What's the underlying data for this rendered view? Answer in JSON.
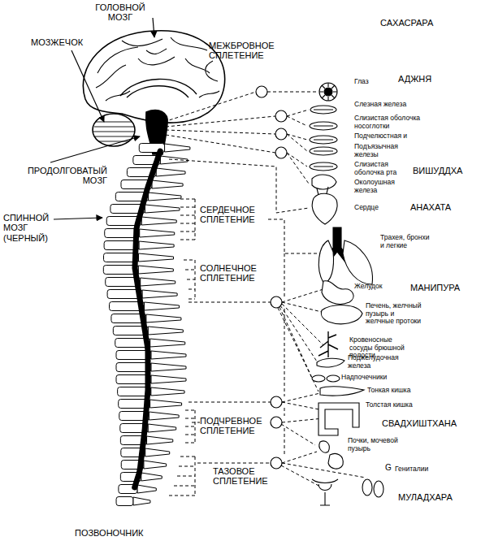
{
  "diagram": {
    "labels": [
      "ГОЛОВНОЙ МОЗГ",
      "МОЗЖЕЧОК",
      "ПРОДОЛГОВАТЫЙ МОЗГ",
      "СПИННОЙ МОЗГ (ЧЕРНЫЙ)",
      "МЕЖБРОВНОЕ СПЛЕТЕНИЕ",
      "САХАСРАРА",
      "АДЖНЯ",
      "Глаз",
      "Слезная железа",
      "Слизистая оболочка носоглотки",
      "Подчелюстная и",
      "Подъязычная железы",
      "Слизистая оболочка рта",
      "ВИШУДДХА",
      "Околоушная железа",
      "Сердце",
      "АНАХАТА",
      "СЕРДЕЧНОЕ СПЛЕТЕНИЕ",
      "СОЛНЕЧНОЕ СПЛЕТЕНИЕ",
      "Трахея, бронхи и легкие",
      "МАНИПУРА",
      "Желудок",
      "Печень, желчный пузырь и желчные протоки",
      "Кровеносные сосуды брюшной полости",
      "Поджелудочная железа",
      "Надпочечники",
      "Тонкая кишка",
      "Толстая кишка",
      "СВАДХИШТХАНА",
      "ПОДЧРЕВНОЕ СПЛЕТЕНИЕ",
      "Почки, мочевой пузырь",
      "ТАЗОВОЕ СПЛЕТЕНИЕ",
      "G",
      "Гениталии",
      "МУЛАДХАРА",
      "ПОЗВОНОЧНИК"
    ]
  }
}
